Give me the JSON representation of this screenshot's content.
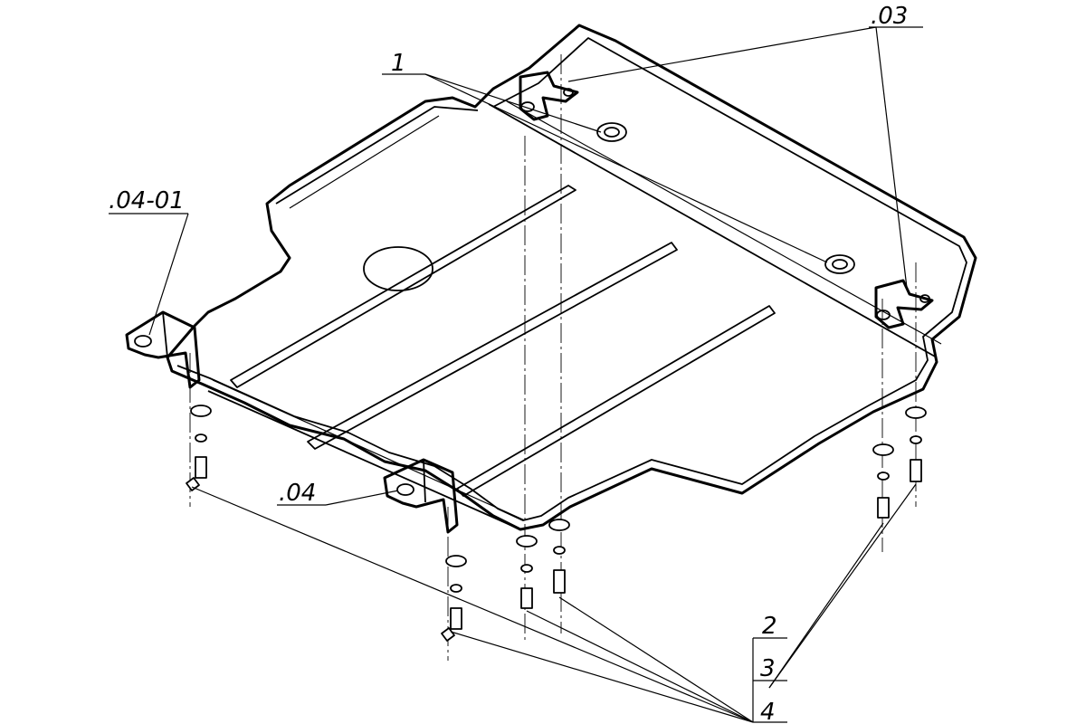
{
  "labels": {
    "part_1": "1",
    "part_03": ".03",
    "part_04_01": ".04-01",
    "part_04": ".04",
    "part_2": "2",
    "part_3": "3",
    "part_4": "4"
  }
}
